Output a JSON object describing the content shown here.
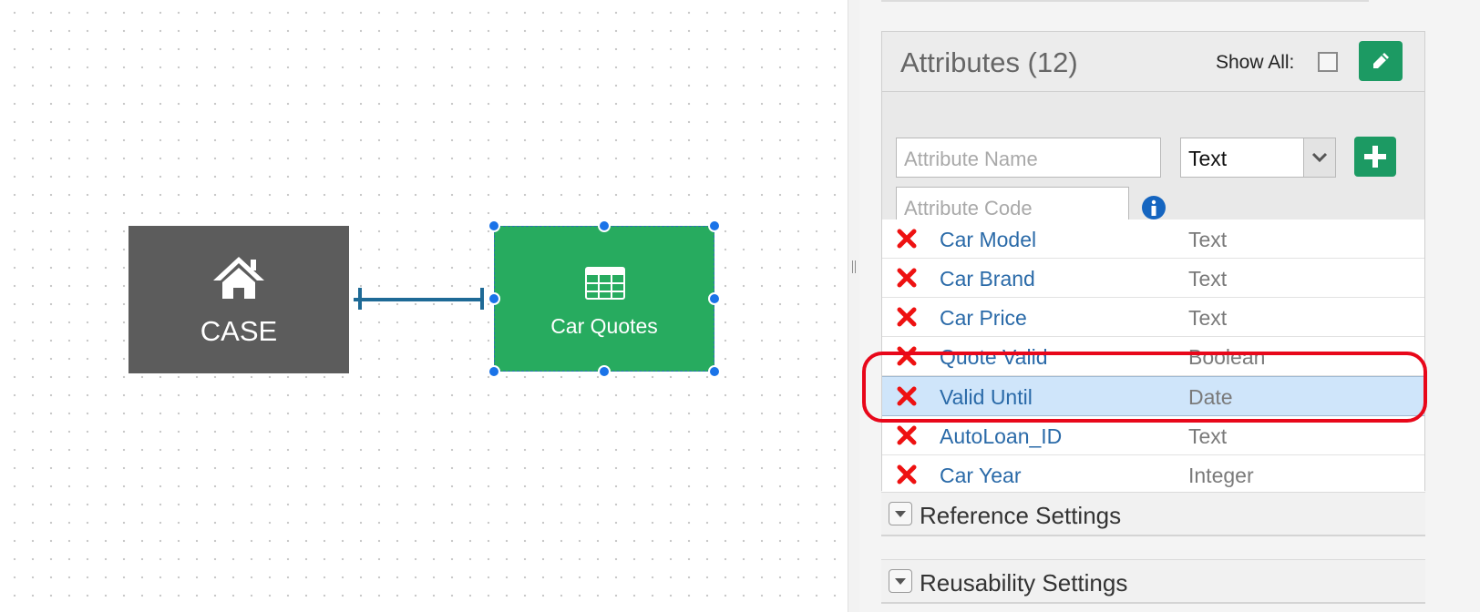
{
  "canvas": {
    "case_node": {
      "label": "CASE",
      "icon": "home-icon"
    },
    "entity_node": {
      "label": "Car Quotes",
      "icon": "table-grid-icon"
    }
  },
  "attributes": {
    "title": "Attributes (12)",
    "show_all_label": "Show All:",
    "edit_icon": "pencil-icon",
    "add_icon": "plus-icon",
    "info_icon": "info-icon",
    "name_placeholder": "Attribute Name",
    "code_placeholder": "Attribute Code",
    "type_selected": "Text",
    "rows": [
      {
        "name": "Car Model",
        "type": "Text"
      },
      {
        "name": "Car Brand",
        "type": "Text"
      },
      {
        "name": "Car Price",
        "type": "Text"
      },
      {
        "name": "Quote Valid",
        "type": "Boolean"
      },
      {
        "name": "Valid Until",
        "type": "Date",
        "selected": true
      },
      {
        "name": "AutoLoan_ID",
        "type": "Text"
      },
      {
        "name": "Car Year",
        "type": "Integer"
      }
    ]
  },
  "sections": {
    "reference": "Reference Settings",
    "reusability": "Reusability Settings"
  },
  "colors": {
    "case_node": "#5c5c5c",
    "entity_node": "#27ab5f",
    "action_button": "#1c9a63",
    "delete_icon": "#ee1111",
    "link_text": "#2a6aa8",
    "highlight": "#e8071a"
  }
}
